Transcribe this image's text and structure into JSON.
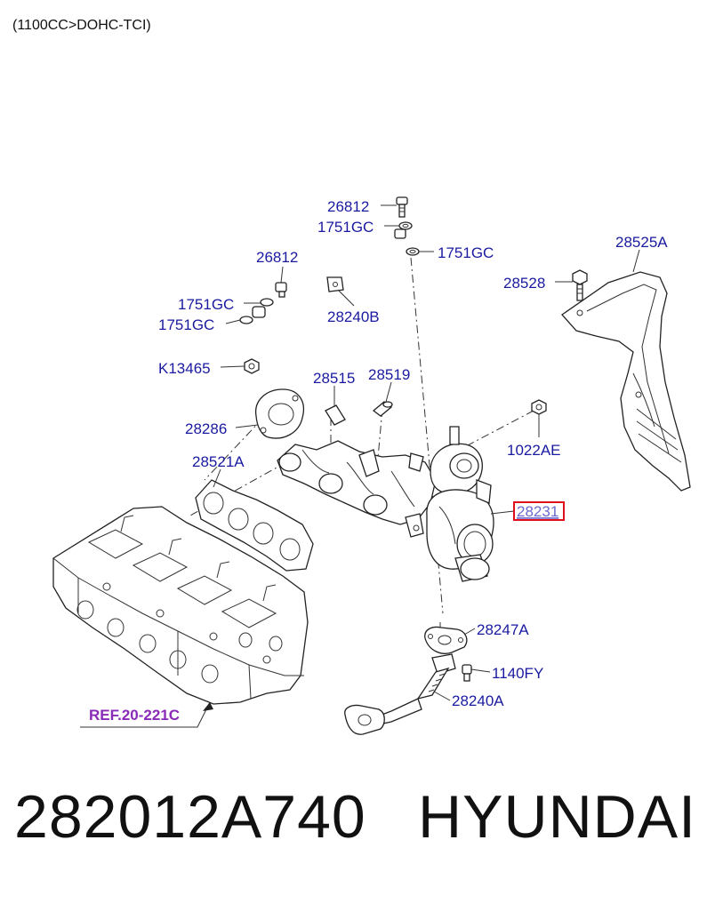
{
  "header": {
    "engine_spec": "(1100CC>DOHC-TCI)"
  },
  "labels": {
    "p26812_top": "26812",
    "p1751gc_a": "1751GC",
    "p1751gc_b": "1751GC",
    "p26812_left": "26812",
    "p1751gc_c": "1751GC",
    "p1751gc_d": "1751GC",
    "p28240b": "28240B",
    "p28525a": "28525A",
    "p28528": "28528",
    "k13465": "K13465",
    "p28515": "28515",
    "p28519": "28519",
    "p28286": "28286",
    "p1022ae": "1022AE",
    "p28521a": "28521A",
    "p28231": "28231",
    "p28247a": "28247A",
    "p1140fy": "1140FY",
    "p28240a": "28240A",
    "ref": "REF.20-221C"
  },
  "highlight": {
    "part": "28231",
    "color": "#e0101a"
  },
  "colors": {
    "label": "#1a1aa0",
    "ref": "#8a2bb8"
  },
  "footer": {
    "part_number": "282012A740",
    "brand": "HYUNDAI"
  }
}
